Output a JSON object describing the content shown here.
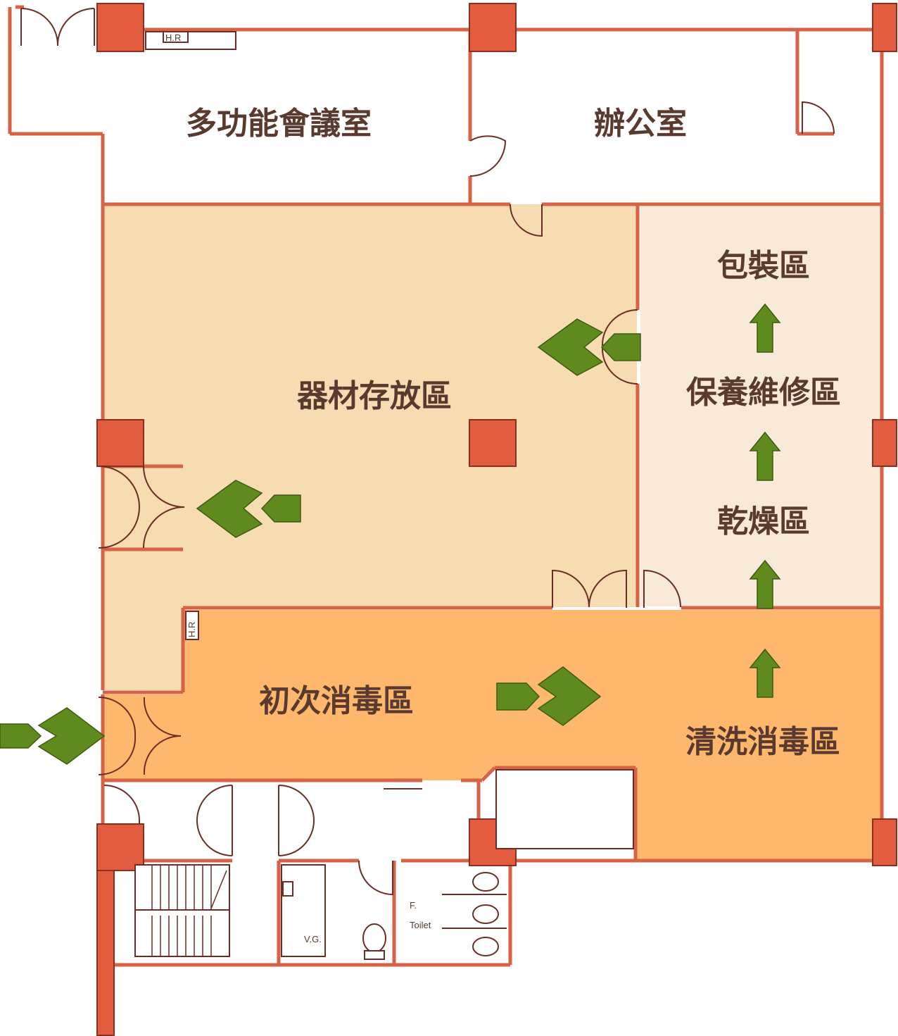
{
  "rooms": {
    "multipurpose": "多功能會議室",
    "office": "辦公室",
    "packing": "包裝區",
    "maintenance": "保養維修區",
    "drying": "乾燥區",
    "storage": "器材存放區",
    "initial_disinfection": "初次消毒區",
    "cleaning_disinfection": "清洗消毒區"
  },
  "fixtures": {
    "hr_top": "H.R",
    "hr_side": "H.R",
    "vg": "V.G.",
    "f_label": "F.",
    "toilet": "Toilet"
  },
  "colors": {
    "storage": "#f6dcb0",
    "east_rooms": "#f8e9d8",
    "disinfection": "#fdb86e",
    "wall": "#d86246",
    "column": "#e25d3f",
    "arrow": "#5f8a1e"
  }
}
